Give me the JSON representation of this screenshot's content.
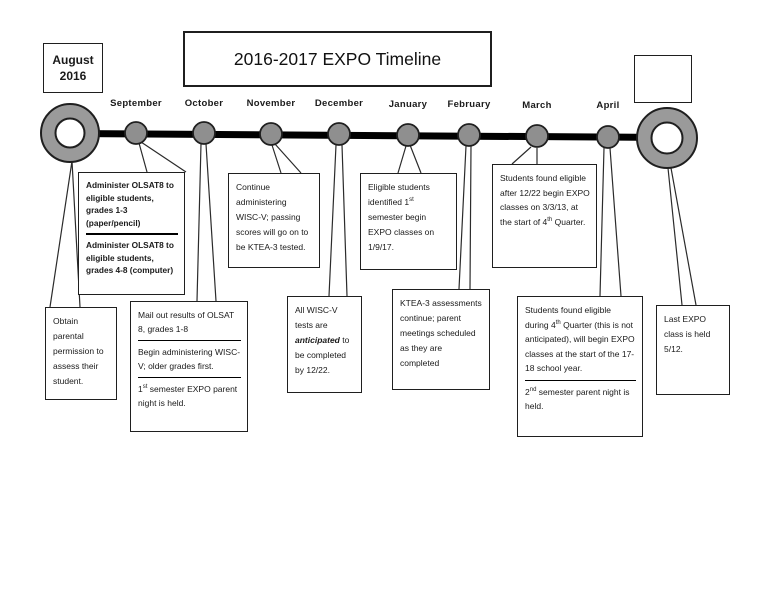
{
  "title": "2016-2017 EXPO Timeline",
  "start_box": {
    "line1": "August",
    "line2": "2016"
  },
  "months": [
    "September",
    "October",
    "November",
    "December",
    "January",
    "February",
    "March",
    "April"
  ],
  "callouts": {
    "obtain": {
      "text": "Obtain parental permission to assess their student."
    },
    "september": {
      "section1": "Administer OLSAT8 to eligible students, grades 1-3 (paper/pencil)",
      "section2": "Administer OLSAT8 to eligible students, grades 4-8 (computer)"
    },
    "october": {
      "section1": "Mail out results of OLSAT 8, grades 1-8",
      "section2": "Begin administering WISC-V; older grades first.",
      "s3_pre": "1",
      "s3_sup": "st",
      "s3_post": " semester EXPO parent night is held."
    },
    "november": {
      "text": "Continue administering WISC-V; passing scores will go on to be KTEA-3 tested."
    },
    "december": {
      "pre": "All WISC-V tests are ",
      "emphasis": "anticipated",
      "post": " to be completed by 12/22."
    },
    "january": {
      "pre": "Eligible students identified 1",
      "sup": "st",
      "post": " semester begin EXPO classes on 1/9/17."
    },
    "february": {
      "text": "KTEA-3 assessments continue; parent meetings scheduled as they are completed"
    },
    "march": {
      "pre": "Students found eligible after 12/22 begin EXPO classes on 3/3/13, at the start of 4",
      "sup": "th",
      "post": " Quarter."
    },
    "april": {
      "s1_pre": "Students found eligible during 4",
      "s1_sup": "th",
      "s1_post": " Quarter (this is not anticipated), will begin EXPO classes at the start of the 17-18 school year.",
      "s2_pre": "2",
      "s2_sup": "nd",
      "s2_post": " semester parent night is held."
    },
    "may": {
      "text": "Last EXPO class is held 5/12."
    }
  },
  "colors": {
    "timeline_bar": "#000000",
    "node_fill": "#8f8f8f",
    "donut_fill": "#9a9a9a",
    "border": "#1f1f1f",
    "background": "#ffffff"
  }
}
